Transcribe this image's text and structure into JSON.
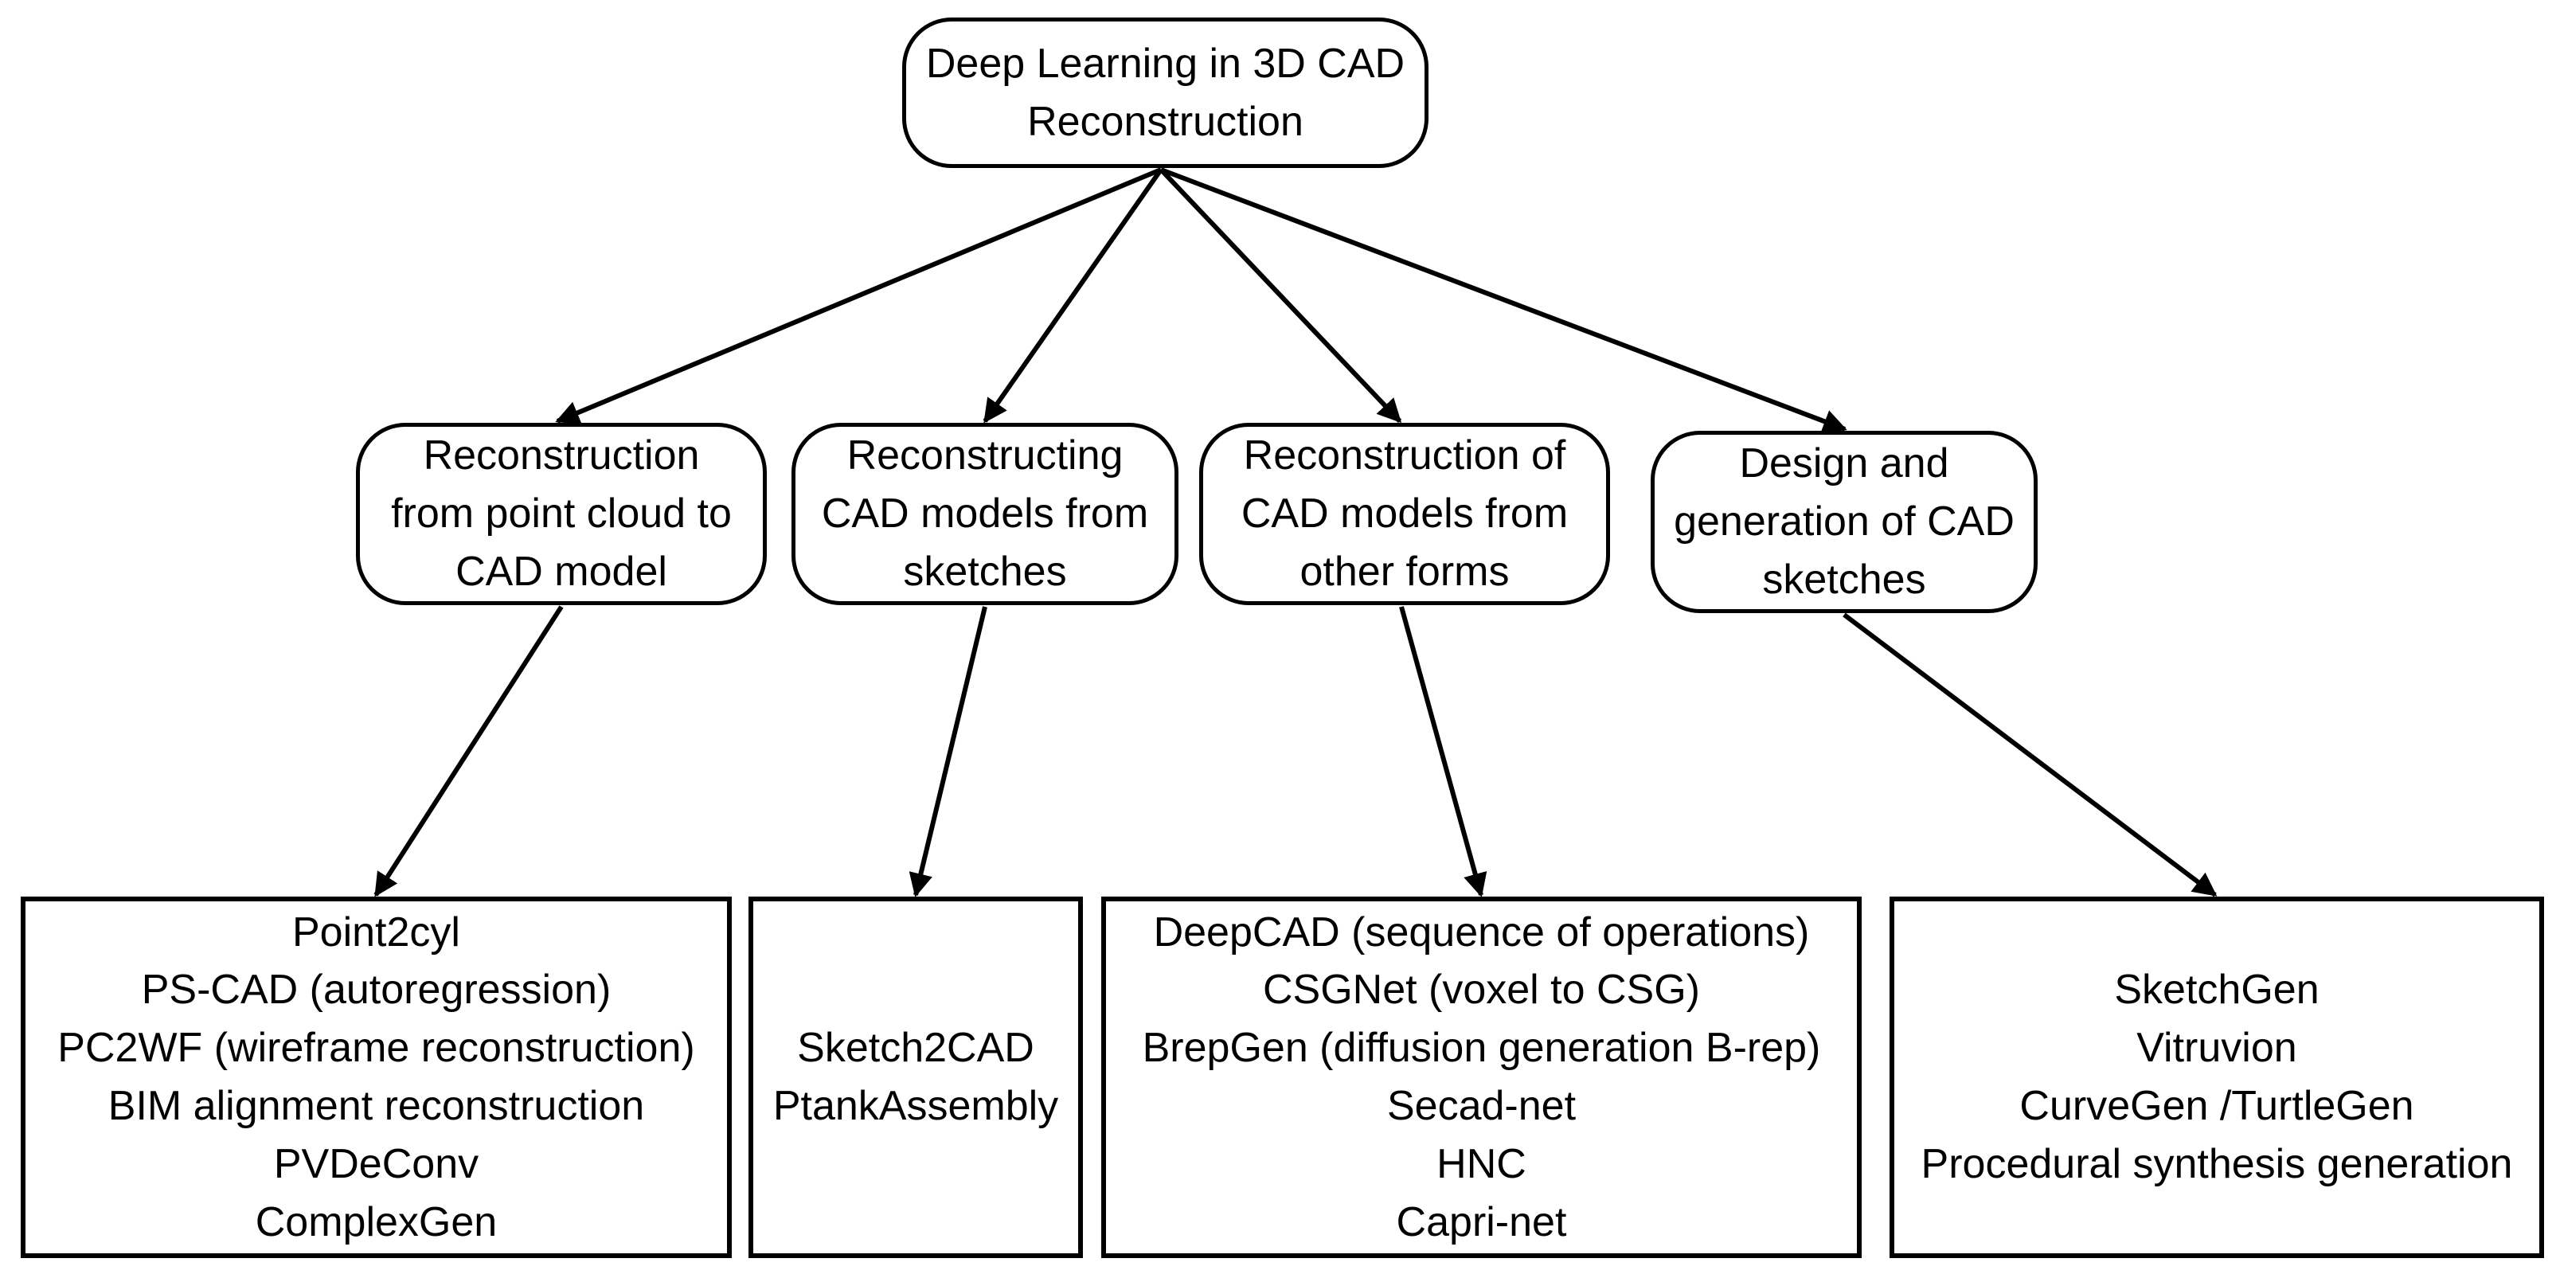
{
  "diagram": {
    "root": {
      "lines": [
        "Deep Learning in 3D CAD",
        "Reconstruction"
      ]
    },
    "categories": [
      {
        "lines": [
          "Reconstruction",
          "from point cloud to",
          "CAD model"
        ]
      },
      {
        "lines": [
          "Reconstructing",
          "CAD models from",
          "sketches"
        ]
      },
      {
        "lines": [
          "Reconstruction of",
          "CAD models from",
          "other forms"
        ]
      },
      {
        "lines": [
          "Design and",
          "generation of CAD",
          "sketches"
        ]
      }
    ],
    "methods": [
      {
        "items": [
          "Point2cyl",
          "PS-CAD (autoregression)",
          "PC2WF (wireframe reconstruction)",
          "BIM alignment reconstruction",
          "PVDeConv",
          "ComplexGen"
        ]
      },
      {
        "items": [
          "Sketch2CAD",
          "PtankAssembly"
        ]
      },
      {
        "items": [
          "DeepCAD (sequence of operations)",
          "CSGNet (voxel to CSG)",
          "BrepGen (diffusion generation B-rep)",
          "Secad-net",
          "HNC",
          "Capri-net"
        ]
      },
      {
        "items": [
          "SketchGen",
          "Vitruvion",
          "CurveGen /TurtleGen",
          "Procedural synthesis generation"
        ]
      }
    ],
    "edge_color": "#000000"
  }
}
